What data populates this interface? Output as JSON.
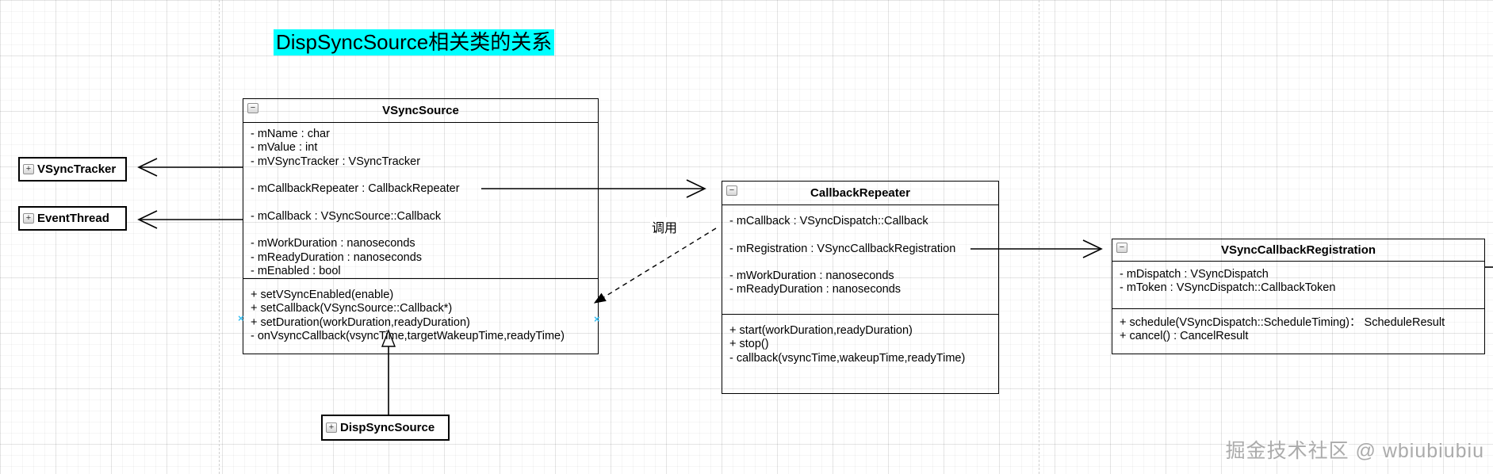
{
  "title": {
    "text": "DispSyncSource相关类的关系",
    "highlight_color": "#00ffff"
  },
  "icons": {
    "collapse_glyph": "−",
    "expand_glyph": "+"
  },
  "classes": {
    "vsync_source": {
      "name": "VSyncSource",
      "attributes": [
        "- mName : char",
        "- mValue : int",
        "- mVSyncTracker : VSyncTracker",
        "",
        "- mCallbackRepeater : CallbackRepeater",
        "",
        "- mCallback : VSyncSource::Callback",
        "",
        "- mWorkDuration : nanoseconds",
        "- mReadyDuration : nanoseconds",
        "- mEnabled : bool"
      ],
      "methods": [
        "+ setVSyncEnabled(enable)",
        "+ setCallback(VSyncSource::Callback*)",
        "+ setDuration(workDuration,readyDuration)",
        "- onVsyncCallback(vsyncTime,targetWakeupTime,readyTime)"
      ]
    },
    "callback_repeater": {
      "name": "CallbackRepeater",
      "attributes": [
        "- mCallback : VSyncDispatch::Callback",
        "",
        "- mRegistration : VSyncCallbackRegistration",
        "",
        "- mWorkDuration : nanoseconds",
        "- mReadyDuration : nanoseconds"
      ],
      "methods": [
        "+ start(workDuration,readyDuration)",
        "+ stop()",
        "- callback(vsyncTime,wakeupTime,readyTime)"
      ]
    },
    "vsync_callback_registration": {
      "name": "VSyncCallbackRegistration",
      "attributes": [
        "- mDispatch : VSyncDispatch",
        "- mToken : VSyncDispatch::CallbackToken"
      ],
      "methods": [
        "+ schedule(VSyncDispatch::ScheduleTiming)： ScheduleResult",
        "+ cancel() : CancelResult"
      ]
    }
  },
  "collapsed_classes": {
    "vsync_tracker": "VSyncTracker",
    "event_thread": "EventThread",
    "disp_sync_source": "DispSyncSource"
  },
  "edge_label_call": "调用",
  "watermark": "掘金技术社区 @ wbiubiubiu"
}
